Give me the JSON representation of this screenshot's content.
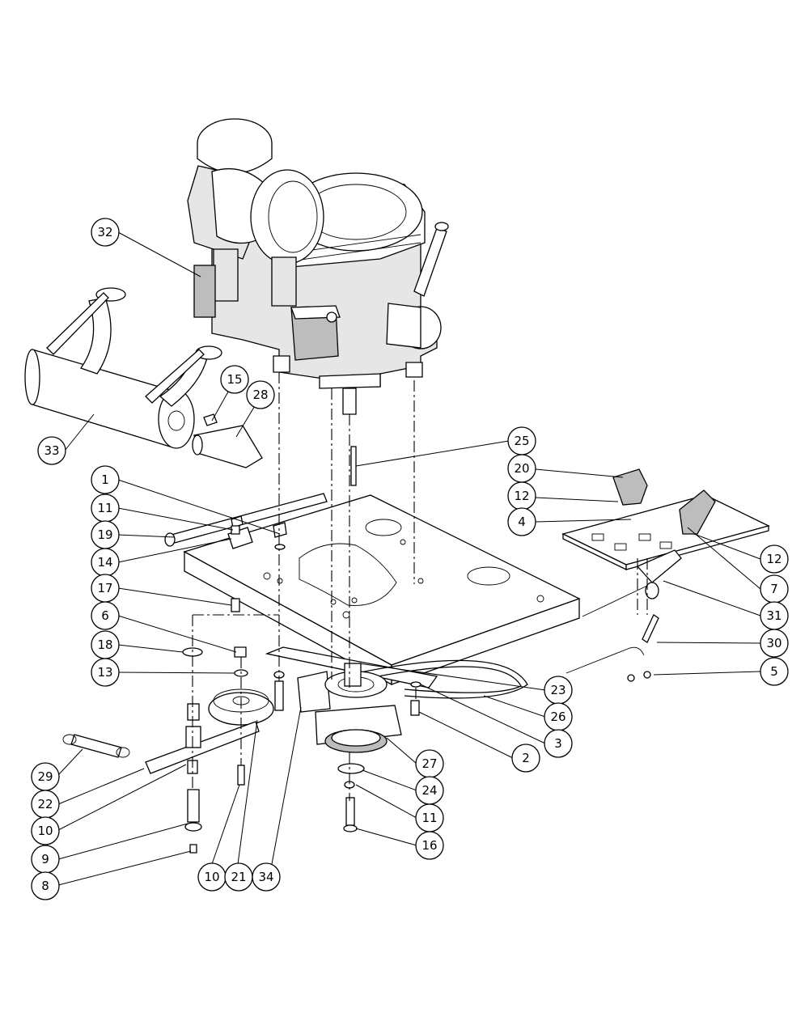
{
  "callouts": [
    {
      "id": "c32",
      "label": "32"
    },
    {
      "id": "c33",
      "label": "33"
    },
    {
      "id": "c15",
      "label": "15"
    },
    {
      "id": "c28",
      "label": "28"
    },
    {
      "id": "c25",
      "label": "25"
    },
    {
      "id": "c20",
      "label": "20"
    },
    {
      "id": "c12a",
      "label": "12"
    },
    {
      "id": "c4",
      "label": "4"
    },
    {
      "id": "c12b",
      "label": "12"
    },
    {
      "id": "c7",
      "label": "7"
    },
    {
      "id": "c31",
      "label": "31"
    },
    {
      "id": "c30",
      "label": "30"
    },
    {
      "id": "c5",
      "label": "5"
    },
    {
      "id": "c1",
      "label": "1"
    },
    {
      "id": "c11a",
      "label": "11"
    },
    {
      "id": "c19",
      "label": "19"
    },
    {
      "id": "c14",
      "label": "14"
    },
    {
      "id": "c17",
      "label": "17"
    },
    {
      "id": "c6",
      "label": "6"
    },
    {
      "id": "c18",
      "label": "18"
    },
    {
      "id": "c13",
      "label": "13"
    },
    {
      "id": "c23",
      "label": "23"
    },
    {
      "id": "c26",
      "label": "26"
    },
    {
      "id": "c3",
      "label": "3"
    },
    {
      "id": "c2",
      "label": "2"
    },
    {
      "id": "c27",
      "label": "27"
    },
    {
      "id": "c24",
      "label": "24"
    },
    {
      "id": "c11b",
      "label": "11"
    },
    {
      "id": "c16",
      "label": "16"
    },
    {
      "id": "c29",
      "label": "29"
    },
    {
      "id": "c22",
      "label": "22"
    },
    {
      "id": "c10a",
      "label": "10"
    },
    {
      "id": "c9",
      "label": "9"
    },
    {
      "id": "c8",
      "label": "8"
    },
    {
      "id": "c10b",
      "label": "10"
    },
    {
      "id": "c21",
      "label": "21"
    },
    {
      "id": "c34",
      "label": "34"
    }
  ]
}
